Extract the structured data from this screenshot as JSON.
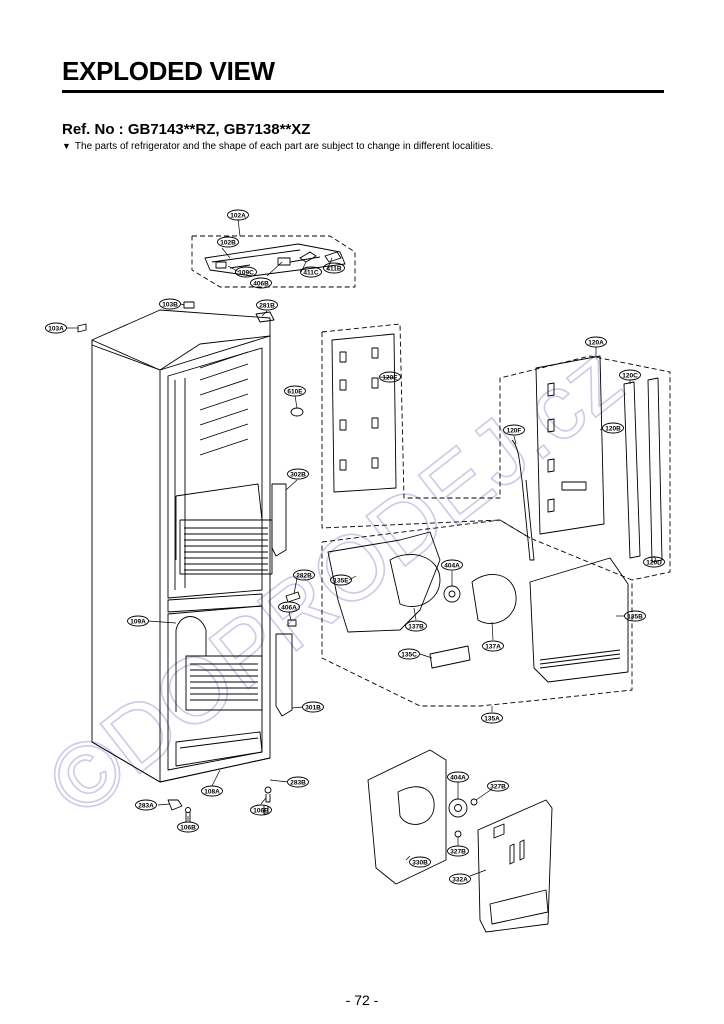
{
  "page": {
    "title": "EXPLODED VIEW",
    "ref": "Ref. No : GB7143**RZ, GB7138**XZ",
    "note_marker": "▼",
    "note": "The parts of refrigerator and the shape of each part are subject to change in different localities.",
    "page_number": "- 72 -",
    "watermark": "©DOPRODEJ.cz"
  },
  "parts": [
    {
      "id": "102A",
      "code": "102A"
    },
    {
      "id": "102B",
      "code": "102B"
    },
    {
      "id": "109C",
      "code": "109C"
    },
    {
      "id": "406B",
      "code": "406B"
    },
    {
      "id": "411C",
      "code": "411C"
    },
    {
      "id": "411B",
      "code": "411B"
    },
    {
      "id": "103B",
      "code": "103B"
    },
    {
      "id": "281B",
      "code": "281B"
    },
    {
      "id": "103A",
      "code": "103A"
    },
    {
      "id": "610E",
      "code": "610E"
    },
    {
      "id": "302B",
      "code": "302B"
    },
    {
      "id": "282B",
      "code": "282B"
    },
    {
      "id": "406A",
      "code": "406A"
    },
    {
      "id": "109A",
      "code": "109A"
    },
    {
      "id": "301B",
      "code": "301B"
    },
    {
      "id": "108A",
      "code": "108A"
    },
    {
      "id": "283B",
      "code": "283B"
    },
    {
      "id": "283A",
      "code": "283A"
    },
    {
      "id": "106B_1",
      "code": "106B"
    },
    {
      "id": "106B_2",
      "code": "106B"
    },
    {
      "id": "120E",
      "code": "120E"
    },
    {
      "id": "120A",
      "code": "120A"
    },
    {
      "id": "120C",
      "code": "120C"
    },
    {
      "id": "120B",
      "code": "120B"
    },
    {
      "id": "120F",
      "code": "120F"
    },
    {
      "id": "120D",
      "code": "120D"
    },
    {
      "id": "135E",
      "code": "135E"
    },
    {
      "id": "404A_1",
      "code": "404A"
    },
    {
      "id": "137B",
      "code": "137B"
    },
    {
      "id": "137A",
      "code": "137A"
    },
    {
      "id": "135B",
      "code": "135B"
    },
    {
      "id": "135C",
      "code": "135C"
    },
    {
      "id": "135A",
      "code": "135A"
    },
    {
      "id": "404A_2",
      "code": "404A"
    },
    {
      "id": "327B_1",
      "code": "327B"
    },
    {
      "id": "327B_2",
      "code": "327B"
    },
    {
      "id": "330B",
      "code": "330B"
    },
    {
      "id": "332A",
      "code": "332A"
    }
  ]
}
